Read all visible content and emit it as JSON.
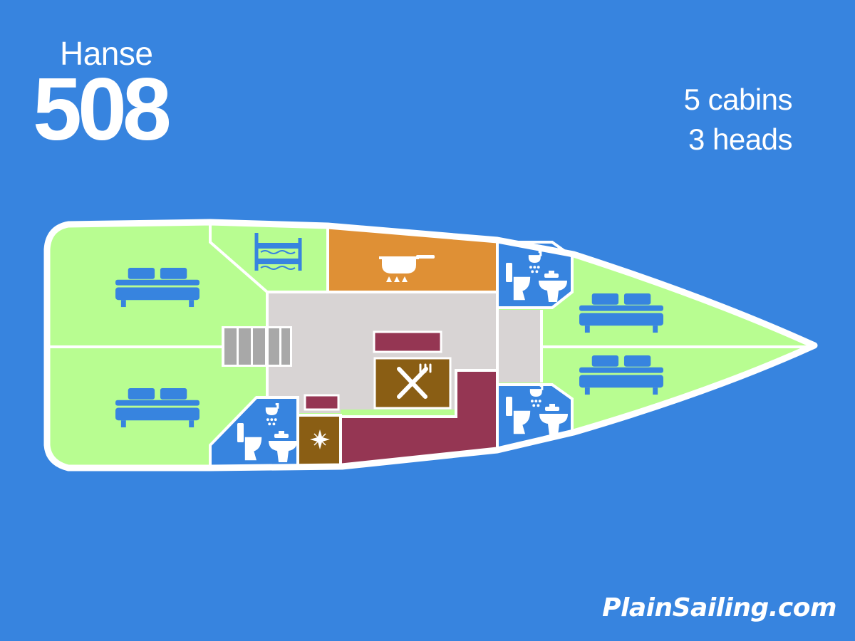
{
  "header": {
    "make": "Hanse",
    "model": "508"
  },
  "specs": {
    "cabins": "5 cabins",
    "heads": "3 heads"
  },
  "brand": {
    "logo_text": "PlainSailing.com"
  },
  "colors": {
    "background": "#3784df",
    "cabin": "#b8fd91",
    "saloon": "#d8d4d4",
    "galley": "#df9035",
    "seating": "#953653",
    "table": "#8a5e14",
    "head": "#3784df",
    "stairs": "#a8a8a8",
    "hull_outline": "#ffffff"
  },
  "layout_plan": {
    "cabins": [
      {
        "name": "aft-port-cabin",
        "icon": "double-bed-icon"
      },
      {
        "name": "aft-starboard-cabin",
        "icon": "double-bed-icon"
      },
      {
        "name": "bunk-cabin",
        "icon": "bunk-bed-icon"
      },
      {
        "name": "forward-port-cabin",
        "icon": "double-bed-icon"
      },
      {
        "name": "forward-starboard-cabin",
        "icon": "double-bed-icon"
      }
    ],
    "heads": [
      {
        "name": "aft-head",
        "icons": [
          "toilet-icon",
          "shower-icon",
          "sink-icon"
        ]
      },
      {
        "name": "forward-port-head",
        "icons": [
          "toilet-icon",
          "shower-icon",
          "sink-icon"
        ]
      },
      {
        "name": "forward-starboard-head",
        "icons": [
          "toilet-icon",
          "shower-icon",
          "sink-icon"
        ]
      }
    ],
    "galley_icon": "cooking-pan-icon",
    "dining_icon": "knife-fork-icon",
    "nav_station_icon": "compass-rose-icon",
    "companionway_icon": "stairs-icon"
  }
}
